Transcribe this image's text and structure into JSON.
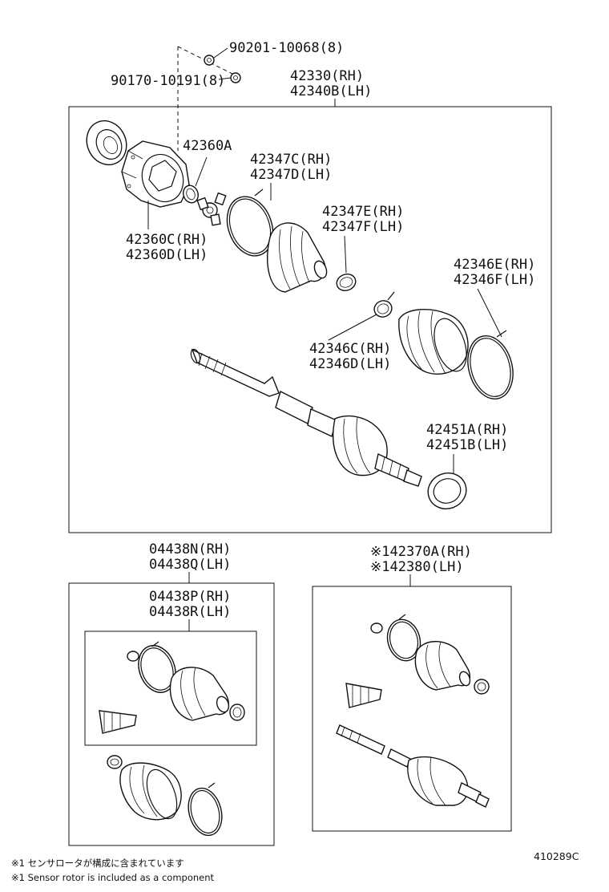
{
  "labels": {
    "bolt": "90201-10068(8)",
    "washer": "90170-10191(8)",
    "shaft_rh": "42330(RH)",
    "shaft_lh": "42340B(LH)",
    "snap_ring": "42360A",
    "inboard_joint_rh": "42360C(RH)",
    "inboard_joint_lh": "42360D(LH)",
    "band_c": "42347C(RH)",
    "band_d": "42347D(LH)",
    "band_e": "42347E(RH)",
    "band_f": "42347F(LH)",
    "outer_band_e": "42346E(RH)",
    "outer_band_f": "42346F(LH)",
    "outer_clamp_c": "42346C(RH)",
    "outer_clamp_d": "42346D(LH)",
    "rotor_a": "42451A(RH)",
    "rotor_b": "42451B(LH)",
    "kit_n": "04438N(RH)",
    "kit_q": "04438Q(LH)",
    "kit_p": "04438P(RH)",
    "kit_r": "04438R(LH)",
    "assy_a": "※142370A(RH)",
    "assy_b": "※142380(LH)"
  },
  "notes": {
    "jp": "※1 センサロータが構成に含まれています",
    "en": "※1 Sensor rotor is included as a component"
  },
  "figure_number": "410289C"
}
